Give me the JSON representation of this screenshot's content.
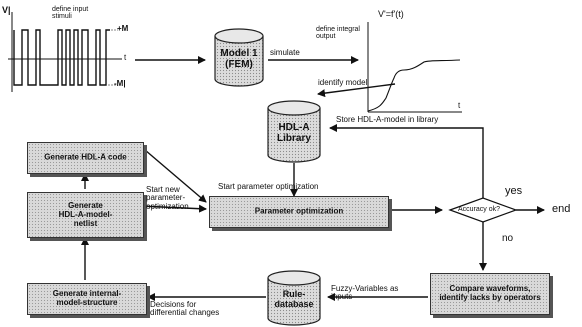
{
  "stimulus": {
    "v_axis": "V|",
    "caption": "define input\nstimuli",
    "plus_m": "+M",
    "t_mark": "t",
    "minus_m": "-M|"
  },
  "model1": {
    "label": "Model 1\n(FEM)"
  },
  "simulate": "simulate",
  "integral": {
    "caption": "define integral\noutput",
    "formula": "V'=f'(t)",
    "t_mark": "t"
  },
  "identify_model": "identify model",
  "library": {
    "label": "HDL-A\nLibrary"
  },
  "store": "Store HDL-A-model in library",
  "start_param": "Start parameter optimization",
  "gen_code": "Generate HDL-A code",
  "gen_netlist": "Generate\nHDL-A-model-\nnetlist",
  "start_new": "Start new\nparameter-\noptimization",
  "param_opt": "Parameter optimization",
  "accuracy": "Accuracy ok?",
  "yes": "yes",
  "end": "end",
  "no": "no",
  "gen_internal": "Generate internal-\nmodel-structure",
  "decisions": "Decisions for\ndifferential changes",
  "rule_db": "Rule-\ndatabase",
  "fuzzy": "Fuzzy-Variables as\ninputs",
  "compare": "Compare waveforms,\nidentify lacks by operators"
}
